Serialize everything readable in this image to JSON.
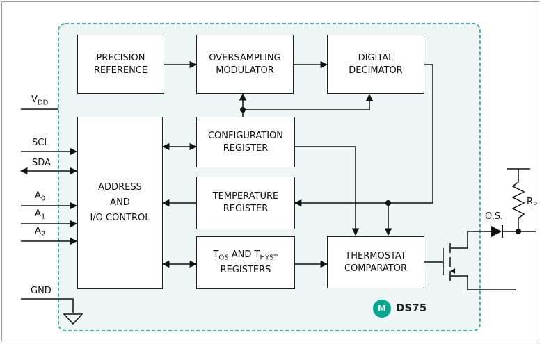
{
  "blocks": {
    "precision_reference": "PRECISION\nREFERENCE",
    "oversampling_modulator": "OVERSAMPLING\nMODULATOR",
    "digital_decimator": "DIGITAL\nDECIMATOR",
    "address_io_control": "ADDRESS\nAND\nI/O CONTROL",
    "configuration_register": "CONFIGURATION\nREGISTER",
    "temperature_register": "TEMPERATURE\nREGISTER",
    "tos_thyst_registers": {
      "t_letter": "T",
      "os_sub": "OS",
      "and": " AND T",
      "hyst_sub": "HYST",
      "line2": "REGISTERS"
    },
    "thermostat_comparator": "THERMOSTAT\nCOMPARATOR"
  },
  "pins": {
    "vdd": {
      "main": "V",
      "sub": "DD"
    },
    "scl": "SCL",
    "sda": "SDA",
    "a0": {
      "main": "A",
      "sub": "0"
    },
    "a1": {
      "main": "A",
      "sub": "1"
    },
    "a2": {
      "main": "A",
      "sub": "2"
    },
    "gnd": "GND",
    "os": "O.S.",
    "rp": {
      "main": "R",
      "sub": "P"
    }
  },
  "brand": {
    "logo_text": "M",
    "part": "DS75"
  },
  "colors": {
    "boundary": "#3fb5ad",
    "boundary_fill": "#eef7f6",
    "logo": "#00a88f"
  }
}
